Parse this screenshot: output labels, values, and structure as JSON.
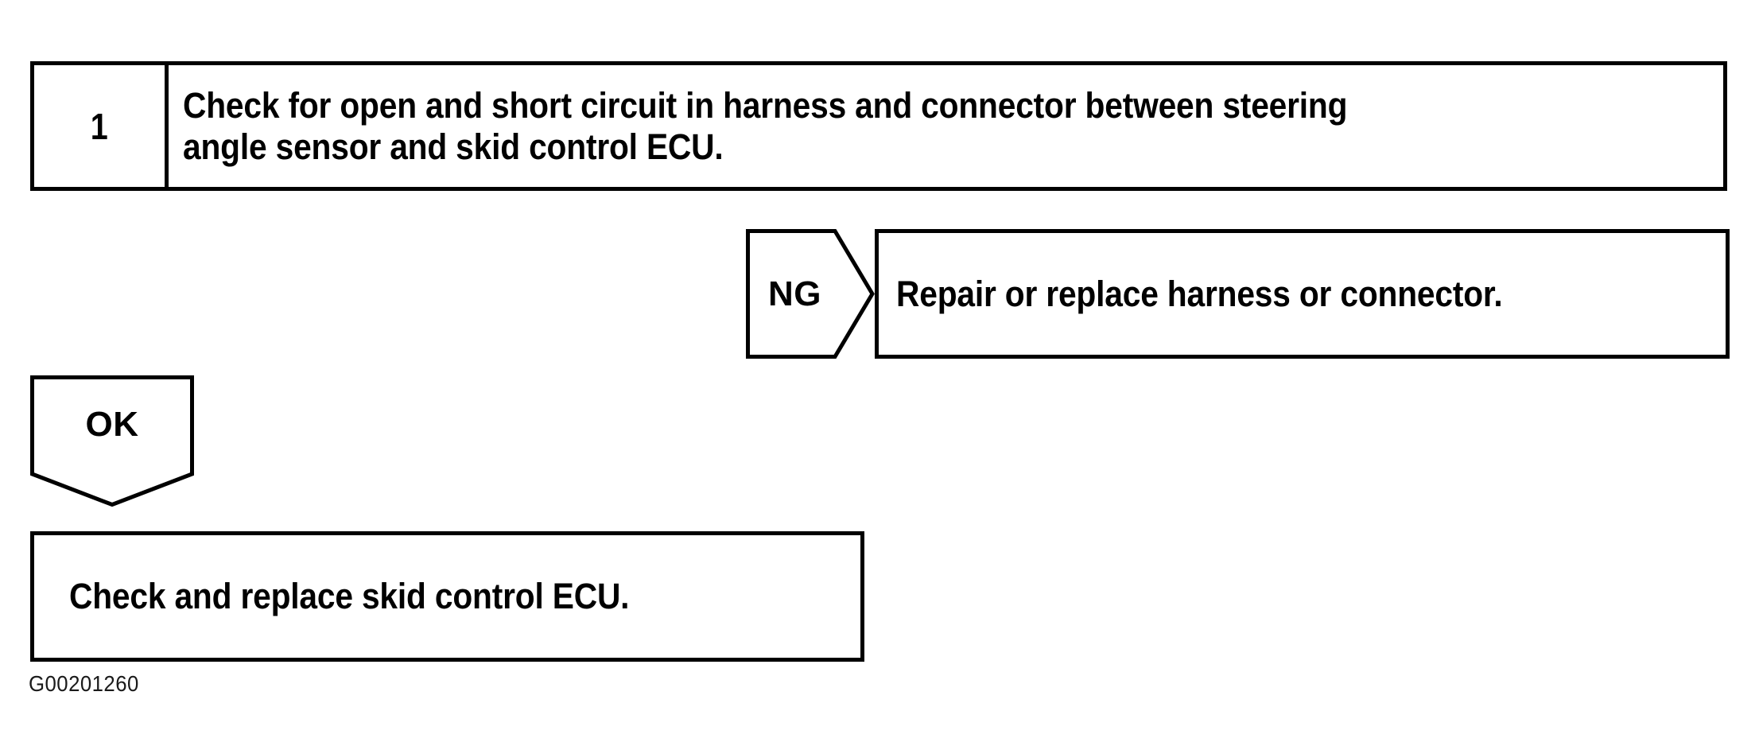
{
  "diagram": {
    "type": "troubleshooting-flowchart",
    "figure_code": "G00201260",
    "colors": {
      "background": "#ffffff",
      "line": "#000000",
      "text": "#000000"
    },
    "step": {
      "number": "1",
      "instruction": "Check for open and short circuit in harness and connector between steering\nangle sensor and skid control ECU."
    },
    "branches": [
      {
        "result_label": "NG",
        "shape": "pentagon-right",
        "action": "Repair or replace harness or connector."
      },
      {
        "result_label": "OK",
        "shape": "pentagon-down",
        "action": "Check and replace skid control ECU."
      }
    ]
  }
}
